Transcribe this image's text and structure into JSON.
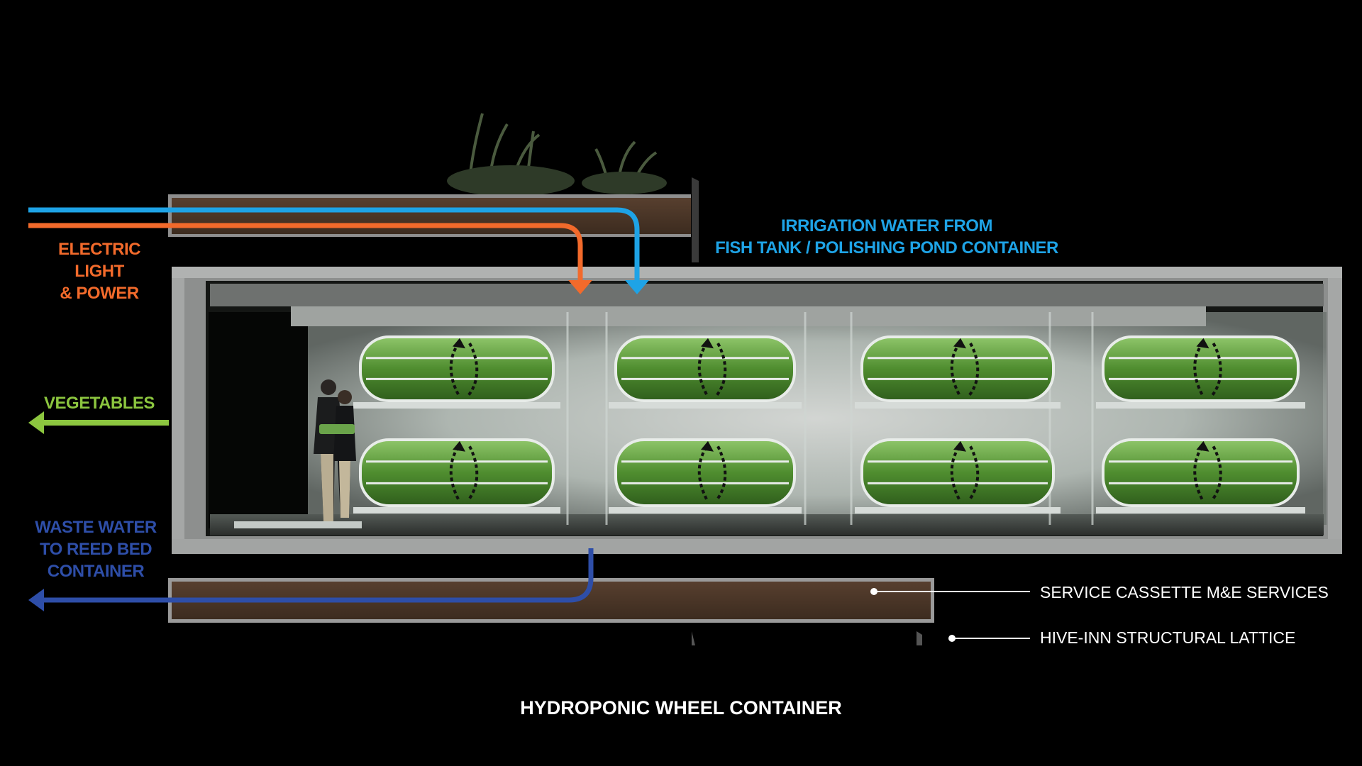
{
  "labels": {
    "electric": {
      "lines": [
        "ELECTRIC",
        "LIGHT",
        "& POWER"
      ],
      "color": "#f26a2b"
    },
    "irrigation": {
      "lines": [
        "IRRIGATION WATER FROM",
        "FISH TANK / POLISHING POND CONTAINER"
      ],
      "color": "#1ea3e6"
    },
    "vegetables": {
      "lines": [
        "VEGETABLES"
      ],
      "color": "#8cc63f"
    },
    "waste": {
      "lines": [
        "WASTE WATER",
        "TO REED BED",
        "CONTAINER"
      ],
      "color": "#2e4ea8"
    }
  },
  "services": {
    "service_cassette": "SERVICE CASSETTE M&E SERVICES",
    "structural_lattice": "HIVE-INN STRUCTURAL LATTICE"
  },
  "title": "HYDROPONIC WHEEL CONTAINER",
  "colors": {
    "power_line": "#f26a2b",
    "irrigation_line": "#1ea3e6",
    "vegetables_arrow": "#8cc63f",
    "waste_line": "#2e4ea8"
  }
}
